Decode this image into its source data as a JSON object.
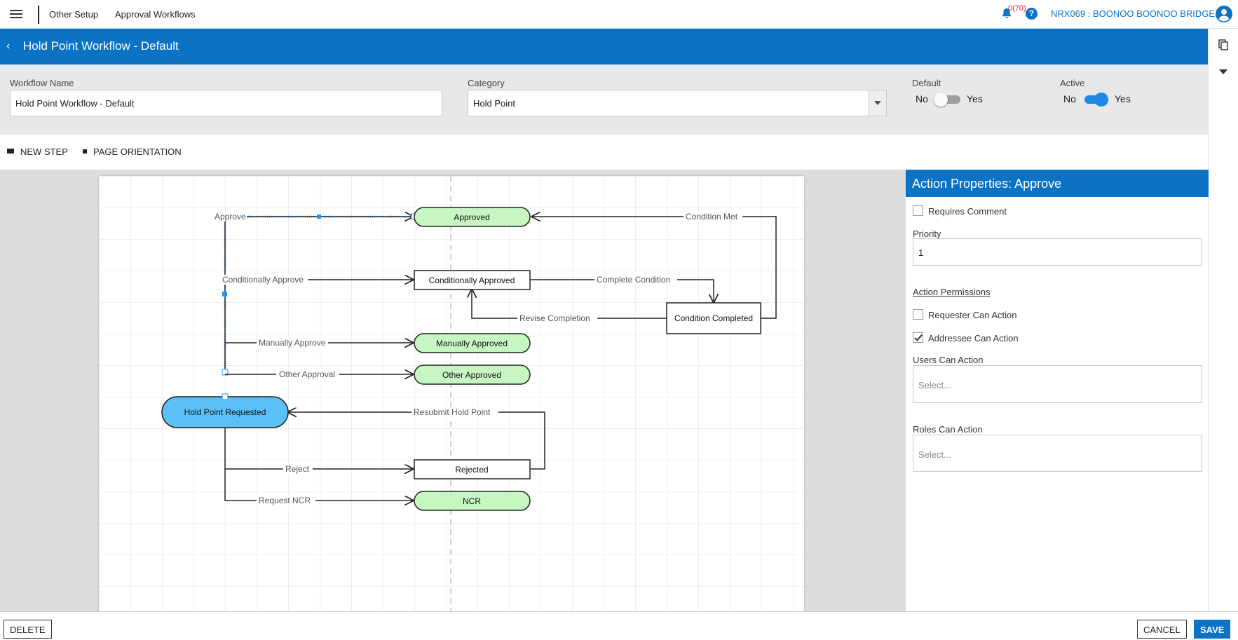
{
  "topbar": {
    "breadcrumb_1": "Other Setup",
    "breadcrumb_2": "Approval Workflows",
    "notifications": "0(70)",
    "help": "?",
    "project": "NRX069 : BOONOO BOONOO BRIDGE"
  },
  "header": {
    "title": "Hold Point Workflow - Default",
    "back": "‹"
  },
  "form": {
    "workflow_name_label": "Workflow Name",
    "workflow_name_value": "Hold Point Workflow - Default",
    "category_label": "Category",
    "category_value": "Hold Point",
    "default_label": "Default",
    "default_no": "No",
    "default_yes": "Yes",
    "default_on": false,
    "active_label": "Active",
    "active_no": "No",
    "active_yes": "Yes",
    "active_on": true,
    "toggle_on_color": "#1e88e5",
    "toggle_off_color": "#9e9e9e"
  },
  "toolbar": {
    "new_step": "NEW STEP",
    "page_orientation": "PAGE ORIENTATION"
  },
  "diagram": {
    "nodes": {
      "approved": "Approved",
      "conditionally_approved": "Conditionally Approved",
      "condition_completed": "Condition Completed",
      "manually_approved": "Manually Approved",
      "other_approved": "Other Approved",
      "hold_point_requested": "Hold Point Requested",
      "rejected": "Rejected",
      "ncr": "NCR"
    },
    "edges": {
      "approve": "Approve",
      "conditionally_approve": "Conditionally Approve",
      "manually_approve": "Manually Approve",
      "other_approval": "Other Approval",
      "reject": "Reject",
      "request_ncr": "Request NCR",
      "condition_met": "Condition Met",
      "complete_condition": "Complete Condition",
      "revise_completion": "Revise Completion",
      "resubmit_hold_point": "Resubmit Hold Point"
    },
    "colors": {
      "final_state": "#c6f7c2",
      "start_state": "#5bc0f5",
      "selection": "#2196f3"
    }
  },
  "props": {
    "title": "Action Properties: Approve",
    "requires_comment": "Requires Comment",
    "requires_comment_checked": false,
    "priority_label": "Priority",
    "priority_value": "1",
    "permissions_heading": "Action Permissions",
    "requester_can_action": "Requester Can Action",
    "requester_checked": false,
    "addressee_can_action": "Addressee Can Action",
    "addressee_checked": true,
    "users_label": "Users Can Action",
    "users_placeholder": "Select...",
    "roles_label": "Roles Can Action",
    "roles_placeholder": "Select..."
  },
  "footer": {
    "delete": "DELETE",
    "cancel": "CANCEL",
    "save": "SAVE"
  }
}
